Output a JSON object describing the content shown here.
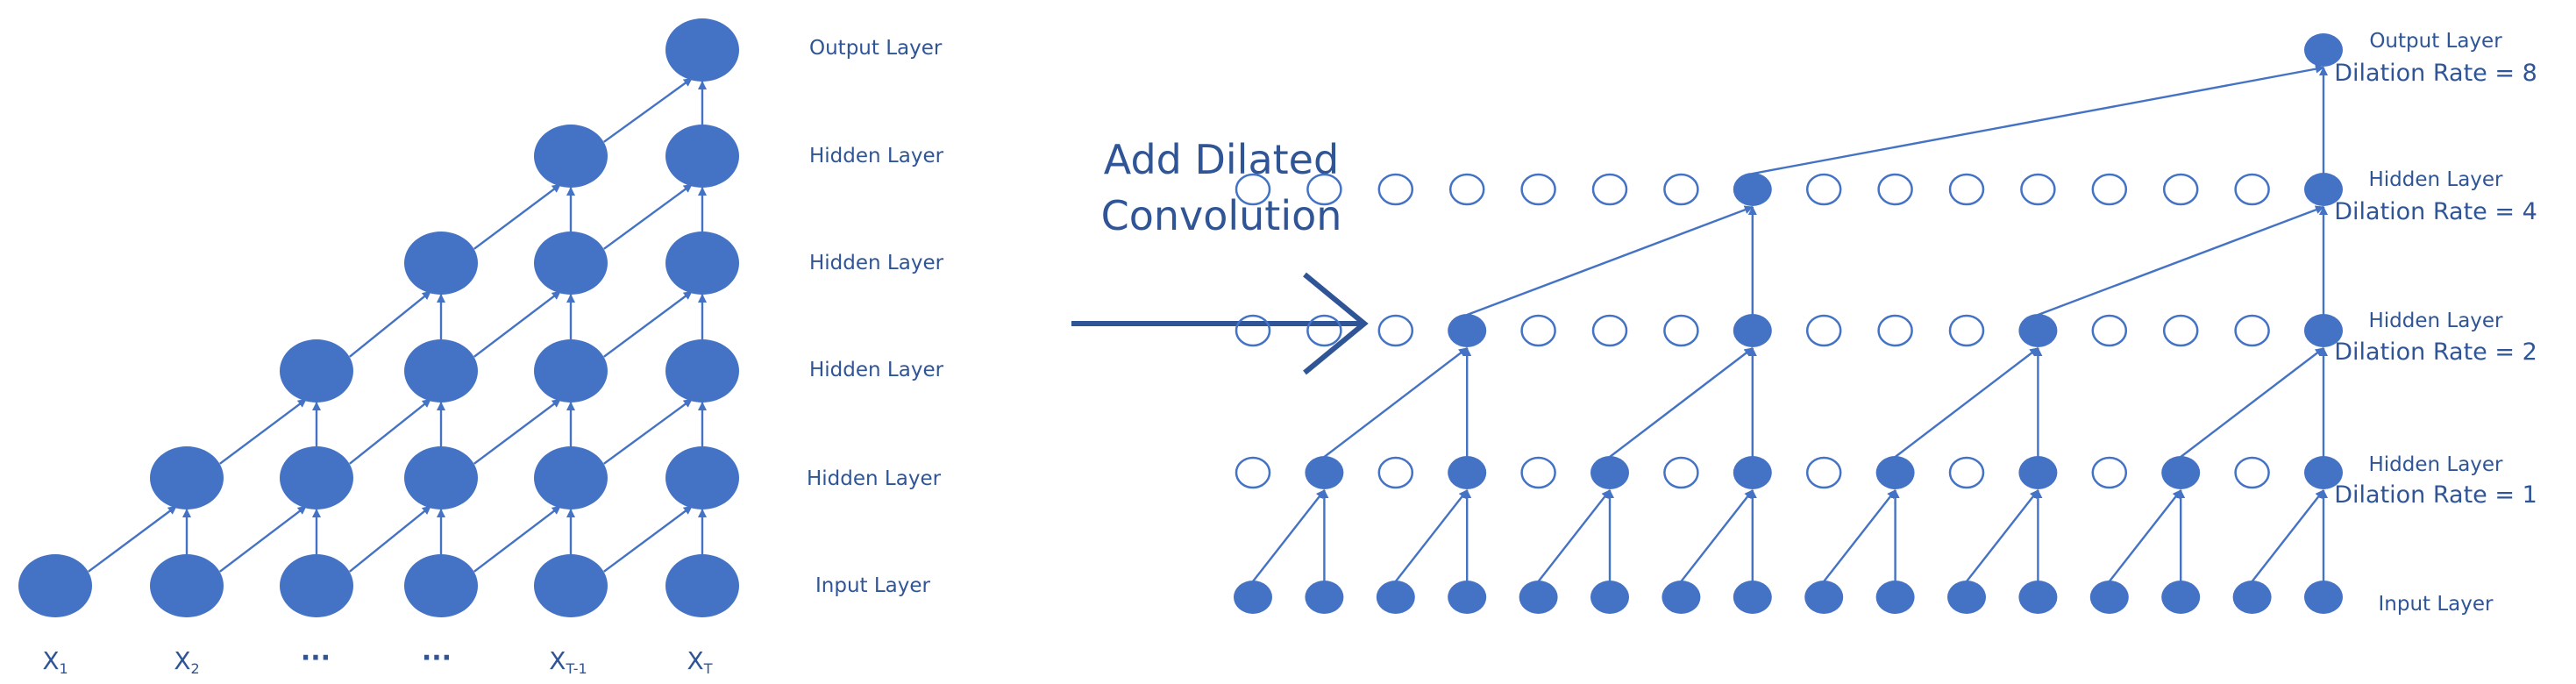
{
  "colors": {
    "node_fill": "#4472C4",
    "edge": "#4472C4",
    "empty_node_stroke": "#4472C4",
    "text": "#2F5597",
    "big_arrow": "#2F5597"
  },
  "left_diagram": {
    "layer_labels": [
      "Output Layer",
      "Hidden Layer",
      "Hidden Layer",
      "Hidden Layer",
      "Hidden Layer",
      "Input Layer"
    ],
    "inputs": [
      {
        "base": "X",
        "sub": "1"
      },
      {
        "base": "X",
        "sub": "2"
      },
      {
        "base": "···",
        "sub": ""
      },
      {
        "base": "···",
        "sub": ""
      },
      {
        "base": "X",
        "sub": "T-1"
      },
      {
        "base": "X",
        "sub": "T"
      }
    ]
  },
  "middle": {
    "text_line1": "Add Dilated",
    "text_line2": "Convolution",
    "arrow_icon": "right-arrow-icon"
  },
  "right_diagram": {
    "layers": [
      {
        "label": "Output Layer",
        "sublabel": "Dilation Rate = 8"
      },
      {
        "label": "Hidden Layer",
        "sublabel": "Dilation Rate = 4"
      },
      {
        "label": "Hidden Layer",
        "sublabel": "Dilation Rate = 2"
      },
      {
        "label": "Hidden Layer",
        "sublabel": "Dilation Rate = 1"
      },
      {
        "label": "Input Layer",
        "sublabel": ""
      }
    ]
  }
}
